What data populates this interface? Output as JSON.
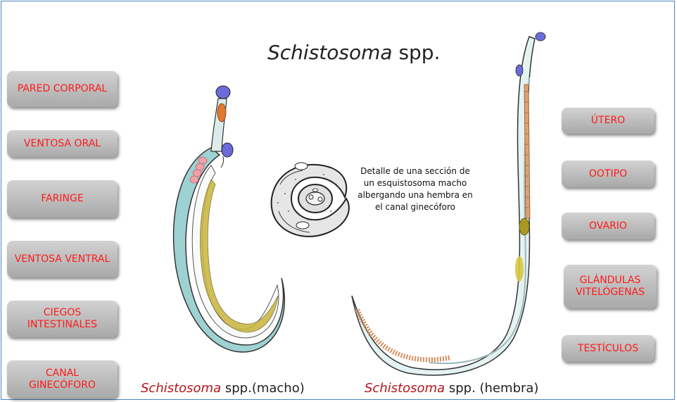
{
  "title": {
    "italic": "Schistosoma",
    "rest": " spp."
  },
  "left_buttons": [
    {
      "label": "PARED CORPORAL"
    },
    {
      "label": "VENTOSA ORAL"
    },
    {
      "label": "FARINGE"
    },
    {
      "label": "VENTOSA VENTRAL"
    },
    {
      "label": "CIEGOS\nINTESTINALES"
    },
    {
      "label": "CANAL\nGINECÓFORO"
    }
  ],
  "right_buttons": [
    {
      "label": "ÚTERO"
    },
    {
      "label": "OOTIPO"
    },
    {
      "label": "OVARIO"
    },
    {
      "label": "GLÁNDULAS\nVITELÓGENAS"
    },
    {
      "label": "TESTÍCULOS"
    }
  ],
  "detail_text": "Detalle de una sección de un esquistosoma macho albergando una hembra en el canal ginecóforo",
  "captions": {
    "male": {
      "italic": "Schistosoma",
      "rest": " spp.(macho)"
    },
    "female": {
      "italic": "Schistosoma",
      "rest": " spp. (hembra)"
    }
  },
  "colors": {
    "button_text": "#ff1a1a",
    "body_wall": "#9ed2d2",
    "sucker": "#6b6bd8",
    "pharynx": "#e07830",
    "intestine": "#c8b43c",
    "testes": "#f0a0a8",
    "caption_species": "#b3161b"
  }
}
